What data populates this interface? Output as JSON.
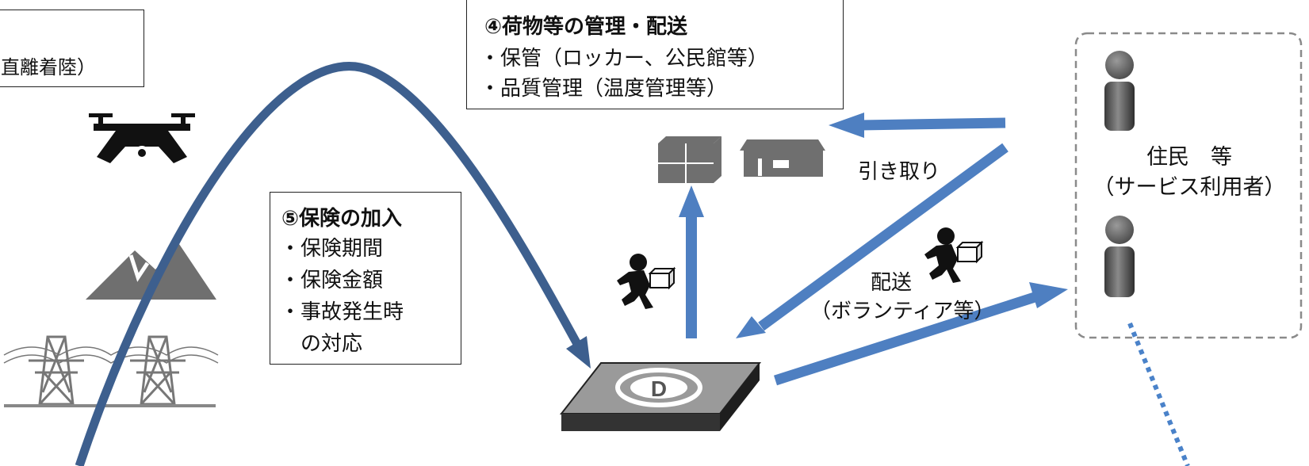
{
  "boxes": {
    "top_left_fragment": "直離着陸）",
    "storage": {
      "title": "④荷物等の管理・配送",
      "line1": "・保管（ロッカー、公民館等）",
      "line2": "・品質管理（温度管理等）"
    },
    "insurance": {
      "title": "⑤保険の加入",
      "line1": "・保険期間",
      "line2": "・保険金額",
      "line3": "・事故発生時",
      "line4": "　の対応"
    }
  },
  "labels": {
    "pickup": "引き取り",
    "delivery": "配送",
    "delivery_sub": "（ボランティア等）",
    "residents": "住民　等",
    "residents_sub": "（サービス利用者）"
  },
  "colors": {
    "flight_arc": "#3d5f8e",
    "arrow": "#4e7fc1",
    "icon_gray": "#6f6f6f",
    "dashed_border": "#8a8a8a",
    "dotted_line": "#4a82c9"
  }
}
